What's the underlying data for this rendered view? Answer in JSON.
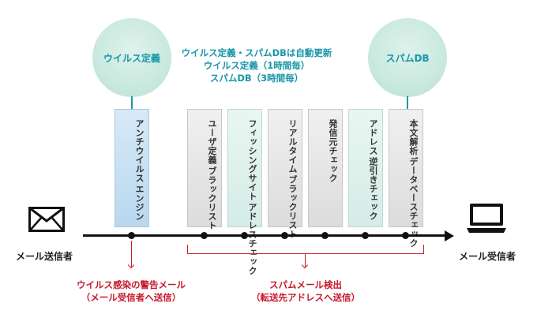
{
  "virus_def_circle": "ウイルス定義",
  "spam_db_circle": "スパムDB",
  "update_note": [
    "ウイルス定義・スパムDBは自動更新",
    "ウイルス定義（1時間毎）",
    "スパムDB（3時間毎）"
  ],
  "checks": [
    {
      "lines": [
        "アンチウイルス",
        "エンジン"
      ]
    },
    {
      "lines": [
        "ユーザ定義",
        "ブラックリスト"
      ]
    },
    {
      "lines": [
        "フィッシングサイト",
        "アドレスチェック"
      ]
    },
    {
      "lines": [
        "リアルタイム",
        "ブラックリスト"
      ]
    },
    {
      "lines": [
        "発信元チェック"
      ]
    },
    {
      "lines": [
        "アドレス",
        "逆引きチェック"
      ]
    },
    {
      "lines": [
        "本文解析",
        "データベースチェック"
      ]
    }
  ],
  "sender_label": "メール送信者",
  "receiver_label": "メール受信者",
  "virus_result": [
    "ウイルス感染の警告メール",
    "（メール受信者へ送信）"
  ],
  "spam_result": [
    "スパムメール検出",
    "（転送先アドレスへ送信）"
  ]
}
